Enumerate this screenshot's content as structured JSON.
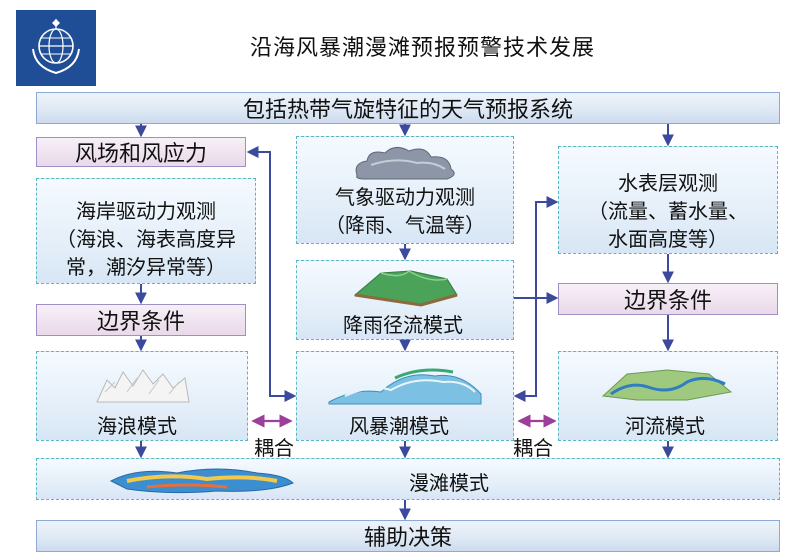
{
  "title": "沿海风暴潮漫滩预报预警技术发展",
  "top_bar": "包括热带气旋特征的天气预报系统",
  "left": {
    "wind_box": "风场和风应力",
    "coastal_obs": [
      "海岸驱动力观测",
      "（海浪、海表高度异",
      "常，潮汐异常等）"
    ],
    "boundary": "边界条件",
    "wave_model": "海浪模式"
  },
  "center": {
    "met_obs": [
      "气象驱动力观测",
      "（降雨、气温等）"
    ],
    "runoff_model": "降雨径流模式",
    "surge_model": "风暴潮模式"
  },
  "right": {
    "water_obs": [
      "水表层观测",
      "（流量、蓄水量、",
      "水面高度等）"
    ],
    "boundary": "边界条件",
    "river_model": "河流模式"
  },
  "coupling_left": "耦合",
  "coupling_right": "耦合",
  "inundation_model": "漫滩模式",
  "decision": "辅助决策",
  "icons": [
    "wmo-logo-icon",
    "cloud-icon",
    "terrain-icon",
    "wave-icon",
    "surge-icon",
    "river-icon",
    "flood-map-icon"
  ],
  "colors": {
    "arrow": "#3b4a9c",
    "coupling": "#9b3f9a",
    "dash_border": "#57b8c4",
    "logo_bg": "#1f4e97"
  }
}
